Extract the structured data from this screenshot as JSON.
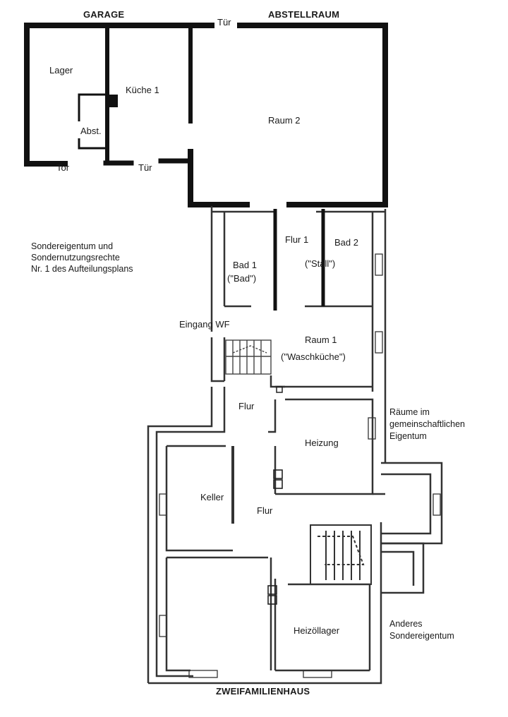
{
  "labels": {
    "garage": "GARAGE",
    "tuer_top": "Tür",
    "abstellraum": "ABSTELLRAUM",
    "lager": "Lager",
    "kueche": "Küche 1",
    "abst": "Abst.",
    "raum2": "Raum 2",
    "tor": "Tor",
    "tuer_mid": "Tür",
    "flur1": "Flur 1",
    "bad2": "Bad 2",
    "stall": "(\"Stall\")",
    "bad1": "Bad 1",
    "bad": "(\"Bad\")",
    "eingang": "Eingang  WF",
    "raum1": "Raum 1",
    "waschkueche": "(\"Waschküche\")",
    "flur_upper": "Flur",
    "heizung": "Heizung",
    "keller": "Keller",
    "flur_lower": "Flur",
    "heizoellager": "Heizöllager",
    "zweifamilienhaus": "ZWEIFAMILIENHAUS"
  },
  "notes": {
    "sondereigentum_1": "Sondereigentum und",
    "sondereigentum_2": "Sondernutzungsrechte",
    "sondereigentum_3": "Nr. 1 des Aufteilungsplans",
    "gemeinschaft_1": "Räume im",
    "gemeinschaft_2": "gemeinschaftlichen",
    "gemeinschaft_3": "Eigentum",
    "anderes_1": "Anderes",
    "anderes_2": "Sondereigentum"
  }
}
